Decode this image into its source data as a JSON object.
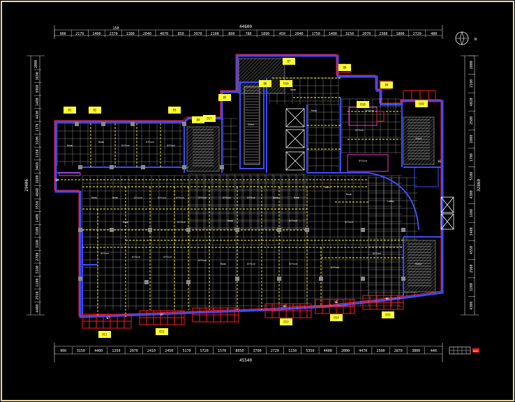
{
  "drawing": {
    "north_label": "N",
    "top_total": "44600",
    "top_sub": "150",
    "bottom_total": "45540",
    "top_dims": [
      "900",
      "2170",
      "1400",
      "2370",
      "1380",
      "2040",
      "4070",
      "850",
      "3970",
      "2100",
      "800",
      "780",
      "1890",
      "450",
      "2040",
      "1750",
      "1400",
      "3150",
      "2070",
      "2300",
      "1800",
      "2720",
      "480"
    ],
    "bottom_dims": [
      "900",
      "3150",
      "4400",
      "1350",
      "2070",
      "2410",
      "2450",
      "5170",
      "5720",
      "1570",
      "8050",
      "3700",
      "2720",
      "1150",
      "5350",
      "4400",
      "2000",
      "4470",
      "2500",
      "2870",
      "3800",
      "440"
    ],
    "left_total": "29406",
    "left_dims": [
      "3690",
      "3960",
      "1400",
      "4430",
      "1370",
      "3100",
      "3150",
      "3460",
      "1680",
      "4040",
      "3550",
      "1400",
      "3100",
      "3180",
      "2700",
      "3180",
      "1100",
      "2910",
      "4400"
    ],
    "right_total": "32860",
    "right_dims": [
      "2000",
      "2100",
      "4020",
      "2500",
      "2800",
      "1700",
      "5100",
      "4300",
      "1600",
      "3400",
      "4550",
      "2500",
      "3200",
      "4300"
    ],
    "left_top_label": "2000",
    "legend_text": "HD01",
    "rooms": [
      "Room",
      "Room",
      "Office",
      "Office",
      "Office",
      "Room",
      "Room",
      "Office",
      "Office",
      "Office",
      "Office",
      "Office",
      "Office",
      "Room",
      "Room",
      "Hall",
      "Room",
      "Office",
      "Office",
      "Office",
      "Office",
      "Room",
      "Office",
      "Office",
      "Office",
      "Office",
      "Lobby",
      "Room",
      "Room",
      "Office",
      "Stair",
      "Stair",
      "Stair",
      "Office",
      "Office",
      "Room",
      "Office",
      "Room",
      "Office",
      "Office"
    ],
    "yellow_tags": [
      "D1",
      "D2",
      "D3",
      "D4",
      "D5",
      "D6",
      "D7",
      "D8",
      "D9",
      "D10",
      "D11",
      "D12",
      "D13",
      "D14",
      "D15",
      "D16",
      "D17",
      "D18"
    ],
    "red_window_labels": [
      "W7",
      "W7",
      "W6",
      "W6",
      "W6",
      "W5",
      "W4",
      "W3"
    ]
  }
}
